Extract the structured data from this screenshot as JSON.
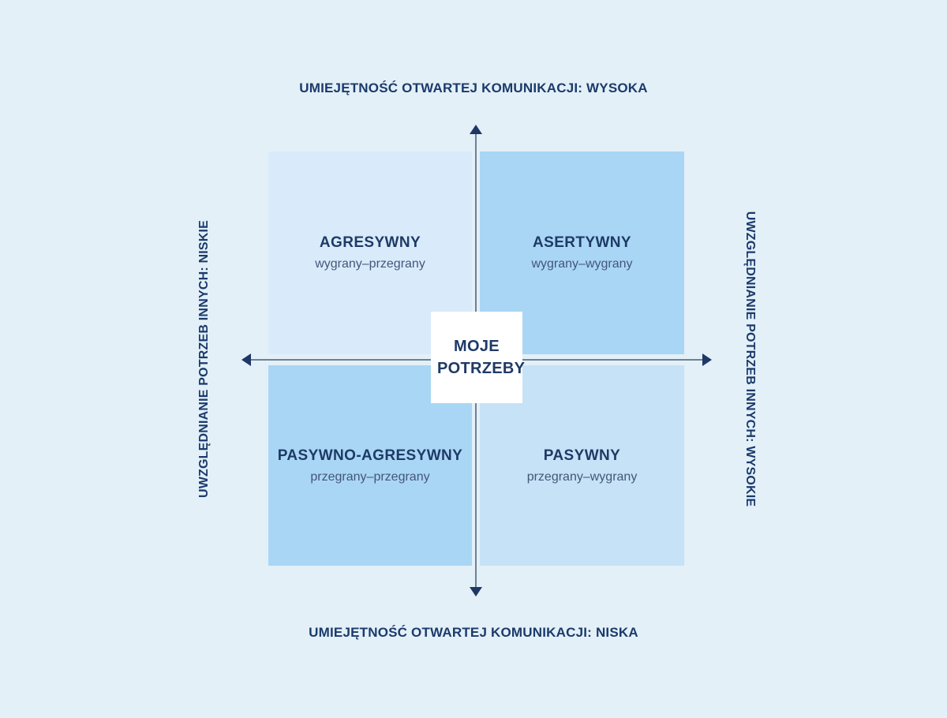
{
  "colors": {
    "background": "#e3f0f8",
    "quadrant-light": "#d9ebfa",
    "quadrant-medium": "#a9d6f4",
    "quadrant-soft": "#c6e2f6",
    "axis-line": "#6f8096",
    "arrow": "#1e3765",
    "label-text": "#1b3a6b",
    "title-text": "#1e3a66",
    "subtitle-text": "#44567a",
    "center-box-bg": "#ffffff"
  },
  "axis_labels": {
    "top": "UMIEJĘTNOŚĆ OTWARTEJ KOMUNIKACJI: WYSOKA",
    "bottom": "UMIEJĘTNOŚĆ OTWARTEJ KOMUNIKACJI: NISKA",
    "left": "UWZGLĘDNIANIE POTRZEB INNYCH: NISKIE",
    "right": "UWZGLĘDNIANIE POTRZEB INNYCH: WYSOKIE"
  },
  "quadrants": {
    "top_left": {
      "title": "AGRESYWNY",
      "subtitle": "wygrany–przegrany"
    },
    "top_right": {
      "title": "ASERTYWNY",
      "subtitle": "wygrany–wygrany"
    },
    "bottom_left": {
      "title": "PASYWNO-AGRESYWNY",
      "subtitle": "przegrany–przegrany"
    },
    "bottom_right": {
      "title": "PASYWNY",
      "subtitle": "przegrany–wygrany"
    }
  },
  "center": {
    "label": "MOJE POTRZEBY"
  }
}
